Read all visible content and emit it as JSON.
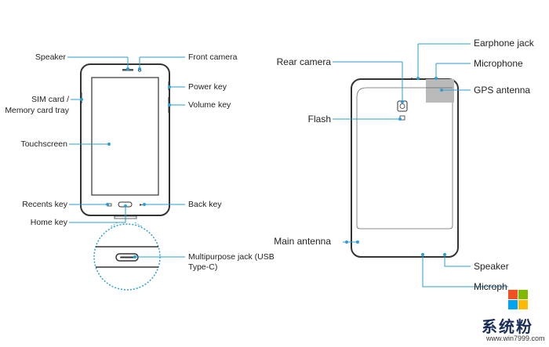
{
  "front": {
    "speaker": "Speaker",
    "sim_line1": "SIM card /",
    "sim_line2": "Memory card tray",
    "touchscreen": "Touchscreen",
    "recents_key": "Recents key",
    "home_key": "Home key",
    "front_camera": "Front camera",
    "power_key": "Power key",
    "volume_key": "Volume key",
    "back_key": "Back key",
    "multipurpose_line1": "Multipurpose jack (USB",
    "multipurpose_line2": "Type-C)"
  },
  "back": {
    "rear_camera": "Rear camera",
    "flash": "Flash",
    "main_antenna": "Main antenna",
    "earphone_jack": "Earphone jack",
    "microphone_top": "Microphone",
    "gps_antenna": "GPS antenna",
    "speaker": "Speaker",
    "microphone_bottom": "Microph"
  },
  "watermark": {
    "title": "系统粉",
    "url": "www.win7999.com"
  },
  "colors": {
    "leader": "#2a9fd6",
    "outline": "#333333",
    "gps_highlight": "#b9b9b9",
    "logo_red": "#f25022",
    "logo_green": "#7fba00",
    "logo_blue": "#00a4ef",
    "logo_yellow": "#ffb900"
  }
}
